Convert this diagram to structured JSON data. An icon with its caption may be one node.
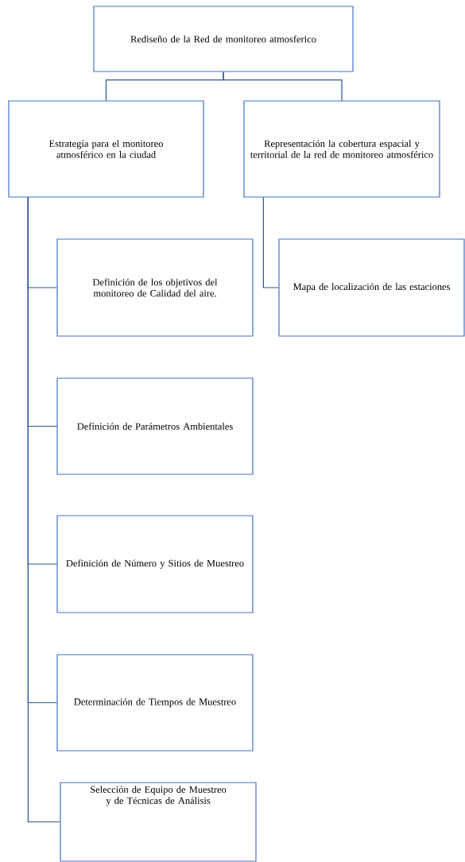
{
  "diagram": {
    "nodes": [
      {
        "text": [
          "Rediseño de la Red de monitoreo atmosferico"
        ]
      },
      {
        "text": [
          "Estrategía para el monitoreo atmosférico en la ciudad"
        ]
      },
      {
        "text": [
          "Representación la cobertura espacial y territorial de la  red de monitoreo atmosférico"
        ]
      },
      {
        "text": [
          "Definición de los  objetivos del monitoreo de Calidad del aire."
        ]
      },
      {
        "text": [
          "Definición de Parámetros Ambientales"
        ]
      },
      {
        "text": [
          "Definición de Número y Sitios de Muestreo"
        ]
      },
      {
        "text": [
          "Determinación de Tiempos de Muestreo"
        ]
      },
      {
        "text": [
          "Selección de Equipo de Muestreo y de Técnicas de Análisis"
        ]
      },
      {
        "text": [
          "Mapa de localización  de las estaciones"
        ]
      }
    ],
    "edges": [
      {
        "from": 0,
        "to": 1,
        "arrow": "none"
      },
      {
        "from": 0,
        "to": 2,
        "arrow": "none"
      },
      {
        "from": 1,
        "to": 3,
        "arrow": "none"
      },
      {
        "from": 1,
        "to": 4,
        "arrow": "none"
      },
      {
        "from": 1,
        "to": 5,
        "arrow": "none"
      },
      {
        "from": 1,
        "to": 6,
        "arrow": "none"
      },
      {
        "from": 1,
        "to": 7,
        "arrow": "none"
      },
      {
        "from": 2,
        "to": 8,
        "arrow": "none"
      }
    ]
  }
}
